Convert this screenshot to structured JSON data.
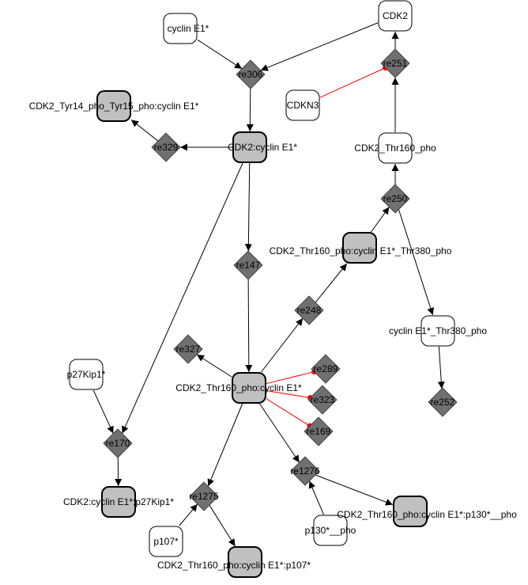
{
  "colors": {
    "species_fill": "#ffffff",
    "complex_fill": "#c0c0c0",
    "reaction_fill": "#707070",
    "edge": "#000000",
    "inhibition_edge": "#ff0000"
  },
  "species": [
    {
      "id": "cyclinE1",
      "label": "cyclin E1*",
      "kind": "simple"
    },
    {
      "id": "CDK2",
      "label": "CDK2",
      "kind": "simple"
    },
    {
      "id": "CDKN3",
      "label": "CDKN3",
      "kind": "simple"
    },
    {
      "id": "CDK2_Tyr",
      "label": "CDK2_Tyr14_pho_Tyr15_pho:cyclin E1*",
      "kind": "complex"
    },
    {
      "id": "CDK2_cycE",
      "label": "CDK2:cyclin E1*",
      "kind": "complex"
    },
    {
      "id": "CDK2_Thr160",
      "label": "CDK2_Thr160_pho",
      "kind": "simple"
    },
    {
      "id": "CDK2_Thr160_cycE_Thr380",
      "label": "CDK2_Thr160_pho:cyclin E1*_Thr380_pho",
      "kind": "complex"
    },
    {
      "id": "cycE_Thr380",
      "label": "cyclin E1*_Thr380_pho",
      "kind": "simple"
    },
    {
      "id": "p27Kip1",
      "label": "p27Kip1*",
      "kind": "simple"
    },
    {
      "id": "CDK2_Thr160_cycE",
      "label": "CDK2_Thr160_pho:cyclin E1*",
      "kind": "complex"
    },
    {
      "id": "CDK2_cycE_p27",
      "label": "CDK2:cyclin E1*:p27Kip1*",
      "kind": "complex"
    },
    {
      "id": "p107",
      "label": "p107*",
      "kind": "simple"
    },
    {
      "id": "CDK2_Thr160_cycE_p107",
      "label": "CDK2_Thr160_pho:cyclin E1*:p107*",
      "kind": "complex"
    },
    {
      "id": "p130",
      "label": "p130*__pho",
      "kind": "simple"
    },
    {
      "id": "CDK2_Thr160_cycE_p130",
      "label": "CDK2_Thr160_pho:cyclin E1*:p130*__pho",
      "kind": "complex"
    }
  ],
  "reactions": [
    {
      "id": "re306",
      "label": "re306"
    },
    {
      "id": "re251",
      "label": "re251"
    },
    {
      "id": "re329",
      "label": "re329"
    },
    {
      "id": "re250",
      "label": "re250"
    },
    {
      "id": "re147",
      "label": "re147"
    },
    {
      "id": "re248",
      "label": "re248"
    },
    {
      "id": "re327",
      "label": "re327"
    },
    {
      "id": "re289",
      "label": "re289"
    },
    {
      "id": "re323",
      "label": "re323"
    },
    {
      "id": "re169",
      "label": "re169"
    },
    {
      "id": "re252",
      "label": "re252"
    },
    {
      "id": "re170",
      "label": "re170"
    },
    {
      "id": "re1275",
      "label": "re1275"
    },
    {
      "id": "re1276",
      "label": "re1276"
    }
  ],
  "edges": [
    {
      "from": "cyclinE1",
      "to": "re306",
      "type": "arrow"
    },
    {
      "from": "CDK2",
      "to": "re306",
      "type": "arrow"
    },
    {
      "from": "re306",
      "to": "CDK2_cycE",
      "type": "arrow"
    },
    {
      "from": "re251",
      "to": "CDK2",
      "type": "arrow"
    },
    {
      "from": "CDKN3",
      "to": "re251",
      "type": "inhibition"
    },
    {
      "from": "CDK2_Thr160",
      "to": "re251",
      "type": "arrow"
    },
    {
      "from": "CDK2_cycE",
      "to": "re329",
      "type": "arrow"
    },
    {
      "from": "re329",
      "to": "CDK2_Tyr",
      "type": "arrow"
    },
    {
      "from": "re250",
      "to": "CDK2_Thr160",
      "type": "arrow"
    },
    {
      "from": "CDK2_Thr160_cycE_Thr380",
      "to": "re250",
      "type": "arrow"
    },
    {
      "from": "re250",
      "to": "cycE_Thr380",
      "type": "arrow"
    },
    {
      "from": "cycE_Thr380",
      "to": "re252",
      "type": "arrow"
    },
    {
      "from": "CDK2_cycE",
      "to": "re147",
      "type": "arrow"
    },
    {
      "from": "re147",
      "to": "CDK2_Thr160_cycE",
      "type": "arrow"
    },
    {
      "from": "CDK2_Thr160_cycE",
      "to": "re248",
      "type": "arrow"
    },
    {
      "from": "re248",
      "to": "CDK2_Thr160_cycE_Thr380",
      "type": "arrow"
    },
    {
      "from": "CDK2_Thr160_cycE",
      "to": "re327",
      "type": "arrow"
    },
    {
      "from": "CDK2_Thr160_cycE",
      "to": "re289",
      "type": "inhibition"
    },
    {
      "from": "CDK2_Thr160_cycE",
      "to": "re323",
      "type": "inhibition"
    },
    {
      "from": "CDK2_Thr160_cycE",
      "to": "re169",
      "type": "inhibition"
    },
    {
      "from": "CDK2_cycE",
      "to": "re170",
      "type": "arrow"
    },
    {
      "from": "p27Kip1",
      "to": "re170",
      "type": "arrow"
    },
    {
      "from": "re170",
      "to": "CDK2_cycE_p27",
      "type": "arrow"
    },
    {
      "from": "CDK2_Thr160_cycE",
      "to": "re1275",
      "type": "arrow"
    },
    {
      "from": "p107",
      "to": "re1275",
      "type": "arrow"
    },
    {
      "from": "re1275",
      "to": "CDK2_Thr160_cycE_p107",
      "type": "arrow"
    },
    {
      "from": "CDK2_Thr160_cycE",
      "to": "re1276",
      "type": "arrow"
    },
    {
      "from": "p130",
      "to": "re1276",
      "type": "arrow"
    },
    {
      "from": "re1276",
      "to": "CDK2_Thr160_cycE_p130",
      "type": "arrow"
    }
  ]
}
